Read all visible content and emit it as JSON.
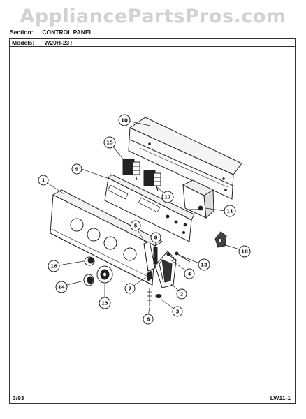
{
  "watermark": "AppliancePartsPros.com",
  "header": {
    "section_label": "Section:",
    "section_value": "CONTROL PANEL",
    "models_label": "Models:",
    "models_value": "W20H-23T"
  },
  "footer": {
    "date": "3/93",
    "code": "LW11-1"
  },
  "callouts": [
    "1",
    "2",
    "3",
    "4",
    "5",
    "6",
    "7",
    "8",
    "9",
    "10",
    "11",
    "12",
    "13",
    "14",
    "15",
    "16",
    "17",
    "18"
  ]
}
